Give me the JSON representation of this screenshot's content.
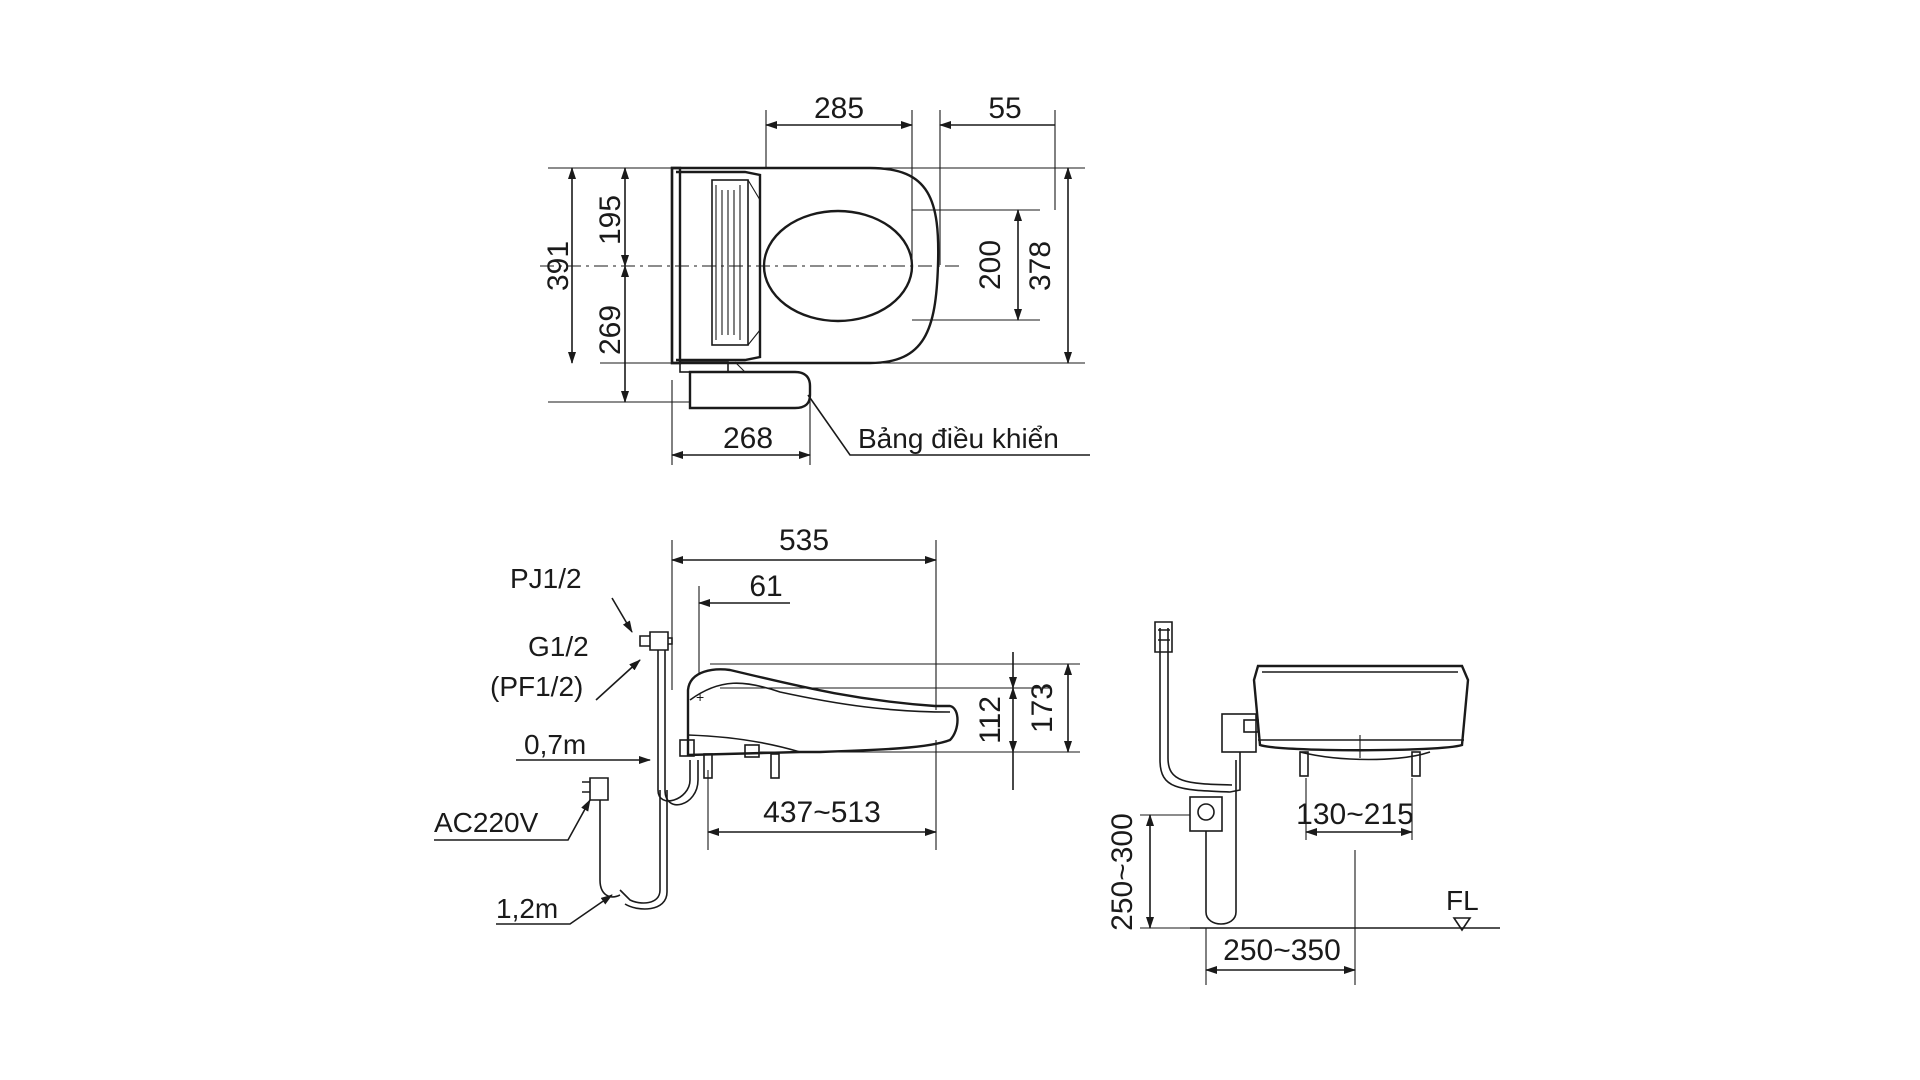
{
  "diagram": {
    "top_view": {
      "dims": {
        "d285": "285",
        "d55": "55",
        "d391": "391",
        "d195": "195",
        "d269": "269",
        "d200": "200",
        "d378": "378",
        "d268": "268"
      },
      "control_panel_label": "Bảng điều khiển"
    },
    "side_view": {
      "dims": {
        "d535": "535",
        "d61": "61",
        "d112": "112",
        "d173": "173",
        "d437_513": "437~513"
      },
      "labels": {
        "pj": "PJ1/2",
        "g": "G1/2",
        "pf": "(PF1/2)",
        "hose": "0,7m",
        "power": "AC220V",
        "cord": "1,2m"
      }
    },
    "rear_view": {
      "dims": {
        "d130_215": "130~215",
        "d250_300": "250~300",
        "d250_350": "250~350"
      },
      "floor_label": "FL"
    }
  }
}
